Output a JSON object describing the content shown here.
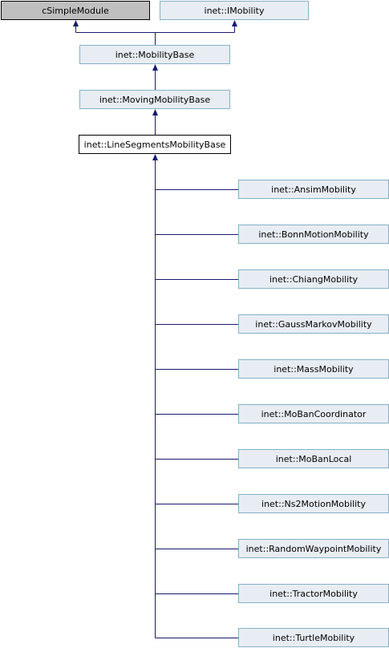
{
  "colors": {
    "edge": "#191970",
    "node_fill": "#e8edf3",
    "node_border": "#84b0c7",
    "external_fill": "#bfbfbf",
    "current_border": "#000000"
  },
  "nodes": {
    "csimplemodule": "cSimpleModule",
    "imobility": "inet::IMobility",
    "mobilitybase": "inet::MobilityBase",
    "movingmobilitybase": "inet::MovingMobilityBase",
    "linesegmentsmobilitybase": "inet::LineSegmentsMobilityBase"
  },
  "children": [
    "inet::AnsimMobility",
    "inet::BonnMotionMobility",
    "inet::ChiangMobility",
    "inet::GaussMarkovMobility",
    "inet::MassMobility",
    "inet::MoBanCoordinator",
    "inet::MoBanLocal",
    "inet::Ns2MotionMobility",
    "inet::RandomWaypointMobility",
    "inet::TractorMobility",
    "inet::TurtleMobility"
  ]
}
